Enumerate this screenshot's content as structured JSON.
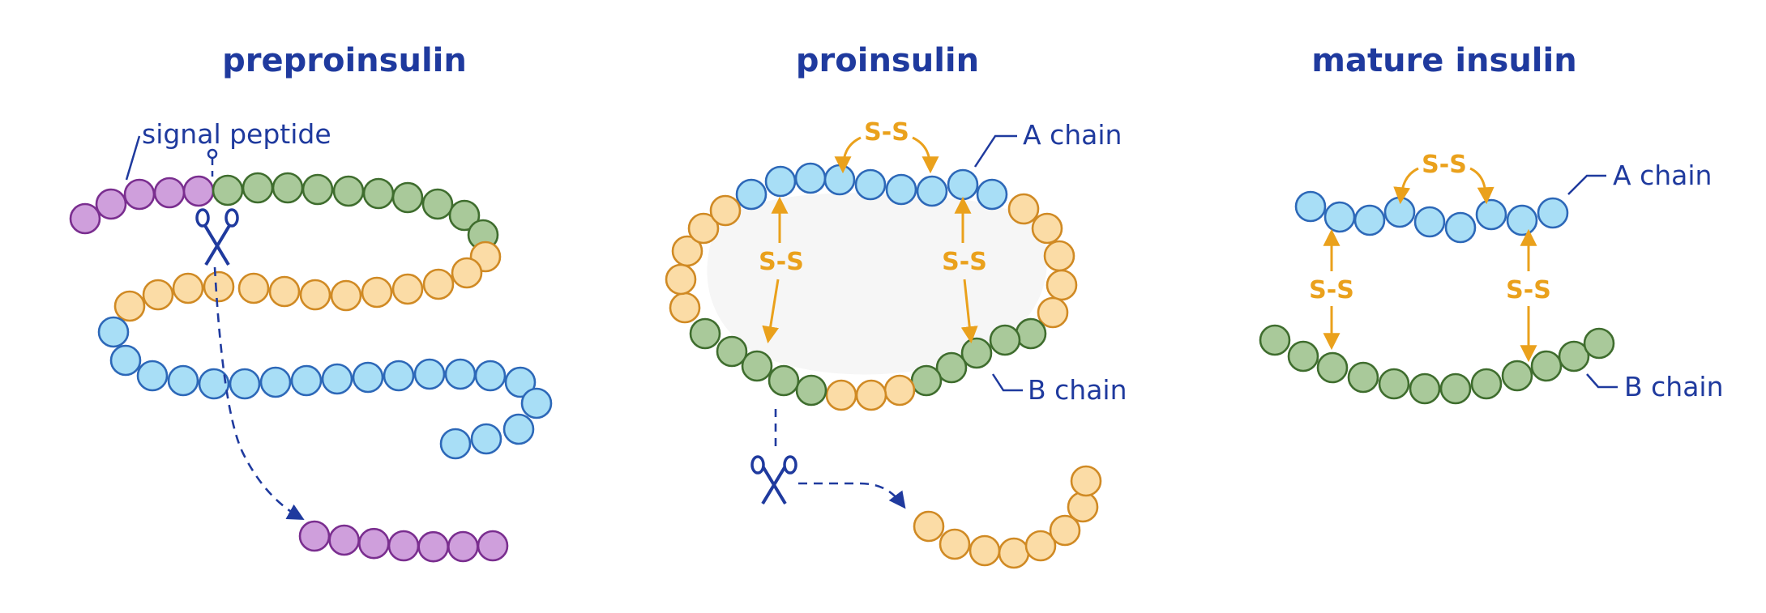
{
  "colors": {
    "text": "#1f3a9e",
    "disulfide": "#eaa11c",
    "arrow": "#1f3a9e",
    "signal_fill": "#cf9fdc",
    "signal_stroke": "#7a2e8f",
    "green_fill": "#a9c99a",
    "green_stroke": "#3f6d2e",
    "orange_fill": "#fbdca6",
    "orange_stroke": "#d08a24",
    "blue_fill": "#a8def6",
    "blue_stroke": "#2d68b8",
    "loop_shade": "#f6f6f6"
  },
  "panels": {
    "preproinsulin": {
      "title": "preproinsulin",
      "signal_label": "signal peptide",
      "icons": [
        "scissors-icon"
      ]
    },
    "proinsulin": {
      "title": "proinsulin",
      "a_chain_label": "A chain",
      "b_chain_label": "B chain",
      "disulfide_labels": [
        "S-S",
        "S-S",
        "S-S"
      ],
      "icons": [
        "scissors-icon"
      ]
    },
    "mature": {
      "title": "mature insulin",
      "a_chain_label": "A chain",
      "b_chain_label": "B chain",
      "disulfide_labels": [
        "S-S",
        "S-S",
        "S-S"
      ]
    }
  }
}
